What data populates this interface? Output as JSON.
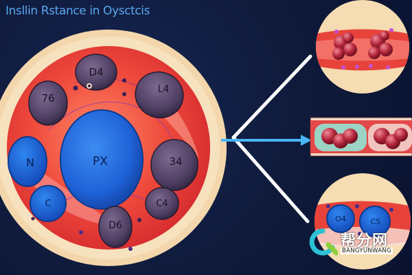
{
  "title": "Insllin Rstance in Oysctcis",
  "main_cell": {
    "nucleus_label": "PX",
    "organelles": [
      {
        "label": "D4"
      },
      {
        "label": "76"
      },
      {
        "label": "L4"
      },
      {
        "label": "34"
      },
      {
        "label": "C4"
      },
      {
        "label": "D6"
      }
    ],
    "blue_vesicles": [
      {
        "label": "N"
      },
      {
        "label": "C"
      }
    ]
  },
  "zoom_panels": {
    "bottom_labels": [
      "O4",
      "C5"
    ]
  },
  "watermark": {
    "brand_cn": "帮分网",
    "brand_en": "BANGYUNWANG"
  },
  "colors": {
    "background": "#0f1a3a",
    "cell_outer": "#f2d3a8",
    "cytoplasm": "#e8423a",
    "nucleus": "#1f6fe0",
    "organelle": "#5b4a6e",
    "arrow": "#ffffff",
    "arrow_accent": "#49b6f5"
  }
}
